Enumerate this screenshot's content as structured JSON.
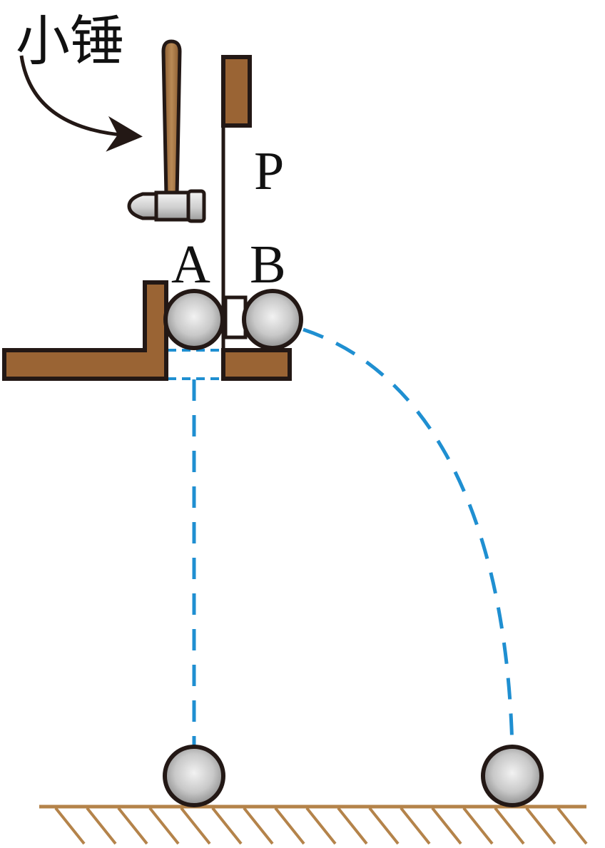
{
  "labels": {
    "hammer": "小锤",
    "plate": "P",
    "ball_a": "A",
    "ball_b": "B"
  },
  "colors": {
    "wood": "#9a6434",
    "wood_stroke": "#231815",
    "hatch": "#b4834a",
    "trajectory": "#1f8fd1",
    "ball_light": "#f0f0f0",
    "ball_dark": "#9c9c9c",
    "outline": "#231815"
  },
  "icons": {
    "hammer": "hammer-icon",
    "arrow": "curved-arrow-icon"
  }
}
